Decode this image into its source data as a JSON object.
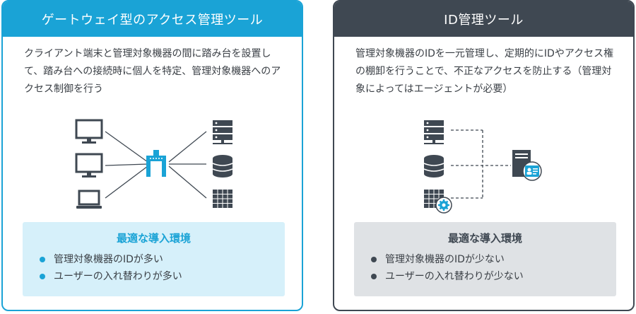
{
  "left_card": {
    "title": "ゲートウェイ型のアクセス管理ツール",
    "description": "クライアント端末と管理対象機器の間に踏み台を設置して、踏み台への接続時に個人を特定、管理対象機器へのアクセス制御を行う",
    "env_title": "最適な導入環境",
    "env_items": [
      "管理対象機器のIDが多い",
      "ユーザーの入れ替わりが多い"
    ],
    "icons": [
      "monitor-icon",
      "monitor-icon",
      "laptop-icon",
      "gateway-icon",
      "server-icon",
      "database-icon",
      "rack-server-icon"
    ],
    "accent_color": "#1aa3d6"
  },
  "right_card": {
    "title": "ID管理ツール",
    "description": "管理対象機器のIDを一元管理し、定期的にIDやアクセス権の棚卸を行うことで、不正なアクセスを防止する（管理対象によってはエージェントが必要）",
    "env_title": "最適な導入環境",
    "env_items": [
      "管理対象機器のIDが少ない",
      "ユーザーの入れ替わりが少ない"
    ],
    "icons": [
      "server-icon",
      "database-icon",
      "rack-server-with-agent-icon",
      "id-management-server-icon"
    ],
    "accent_color": "#3f4852"
  }
}
